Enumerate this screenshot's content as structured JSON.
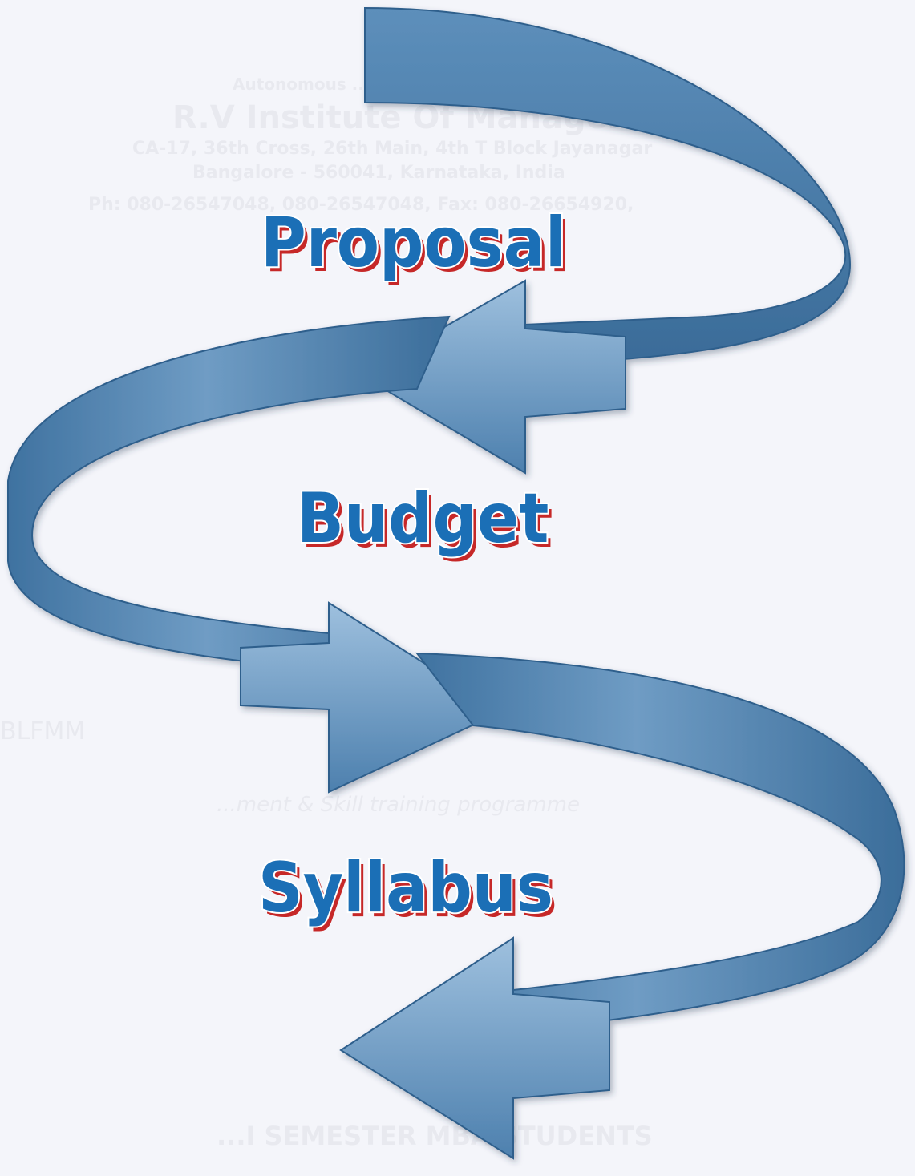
{
  "diagram": {
    "steps": [
      {
        "label": "Proposal"
      },
      {
        "label": "Budget"
      },
      {
        "label": "Syllabus"
      }
    ]
  },
  "background_faded_text": {
    "line1": "Autonomous ...",
    "line2": "R.V Institute Of Management",
    "line3": "CA-17, 36th Cross, 26th Main, 4th T Block Jayanagar",
    "line4": "Bangalore - 560041, Karnataka, India",
    "line5": "Ph: 080-26547048, 080-26547048, Fax: 080-26654920,",
    "line6": "BLFMM",
    "line7": "...ment & Skill training programme",
    "line8": "...I SEMESTER MBA STUDENTS"
  },
  "colors": {
    "ribbon_light": "#7ba7cd",
    "ribbon_dark": "#3c6f9c",
    "label_fill": "#1b6fb6",
    "label_outline": "#ffffff",
    "label_shadow": "#c62828",
    "ghost_text": "#e9eaf0"
  }
}
